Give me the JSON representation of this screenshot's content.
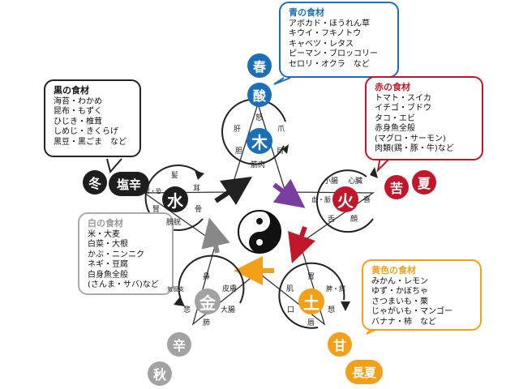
{
  "colors": {
    "wood": "#1b6fb8",
    "fire": "#c0182a",
    "earth": "#f2a01a",
    "metal": "#a2a2a2",
    "water": "#1e1e1e"
  },
  "bubbles": {
    "blue": {
      "title": "青の食材",
      "lines": [
        "アボカド・ほうれん草",
        "キウイ・フキノトウ",
        "キャベツ・レタス",
        "ピーマン・ブロッコリー",
        "セロリ・オクラ　など"
      ]
    },
    "red": {
      "title": "赤の食材",
      "lines": [
        "トマト・スイカ",
        "イチゴ・ブドウ",
        "タコ・エビ",
        "赤身魚全般",
        "(マグロ・サーモン)",
        "肉類(鶏・豚・牛)など"
      ]
    },
    "black": {
      "title": "黒の食材",
      "lines": [
        "海苔・わかめ",
        "昆布・もずく",
        "ひじき・椎茸",
        "しめじ・きくらげ",
        "黒豆・黒ごま　など"
      ]
    },
    "white": {
      "title": "白の食材",
      "lines": [
        "米・大麦",
        "白菜・大根",
        "かぶ・ニンニク",
        "ネギ・豆腐",
        "白身魚全般",
        "(さんま・サバ)など"
      ]
    },
    "yellow": {
      "title": "黄色の食材",
      "lines": [
        "みかん・レモン",
        "ゆず・かぼちゃ",
        "さつまいも・栗",
        "じゃがいも・マンゴー",
        "バナナ・柿　など"
      ]
    }
  },
  "wood": {
    "element": "木",
    "season": "春",
    "taste": "酸",
    "labels": {
      "emotion": "怒",
      "liver": "肝",
      "nail": "爪",
      "gall": "胆",
      "eye": "目",
      "muscle": "筋肉"
    }
  },
  "fire": {
    "element": "火",
    "season": "夏",
    "taste": "苦",
    "labels": {
      "small_int": "小腸",
      "heart": "心臓",
      "blood": "血・脈",
      "joy": "喜",
      "tongue": "舌",
      "face": "顔"
    }
  },
  "earth": {
    "element": "土",
    "season": "長夏",
    "taste": "甘",
    "labels": {
      "stomach": "胃",
      "muscle": "肌",
      "spleen": "脾・膵",
      "mouth": "口",
      "think": "想",
      "lip": "唇"
    }
  },
  "metal": {
    "element": "金",
    "season": "秋",
    "taste": "辛",
    "labels": {
      "nose": "鼻",
      "trachea": "気管支",
      "skin": "皮膚",
      "lung": "肺",
      "large_int": "大腸",
      "grief": "悲"
    }
  },
  "water": {
    "element": "水",
    "season": "冬",
    "taste": "塩辛",
    "labels": {
      "hair": "髪",
      "fear": "驚・恐",
      "ear": "耳",
      "kidney": "腎",
      "bone": "骨",
      "bladder": "膀胱"
    }
  }
}
